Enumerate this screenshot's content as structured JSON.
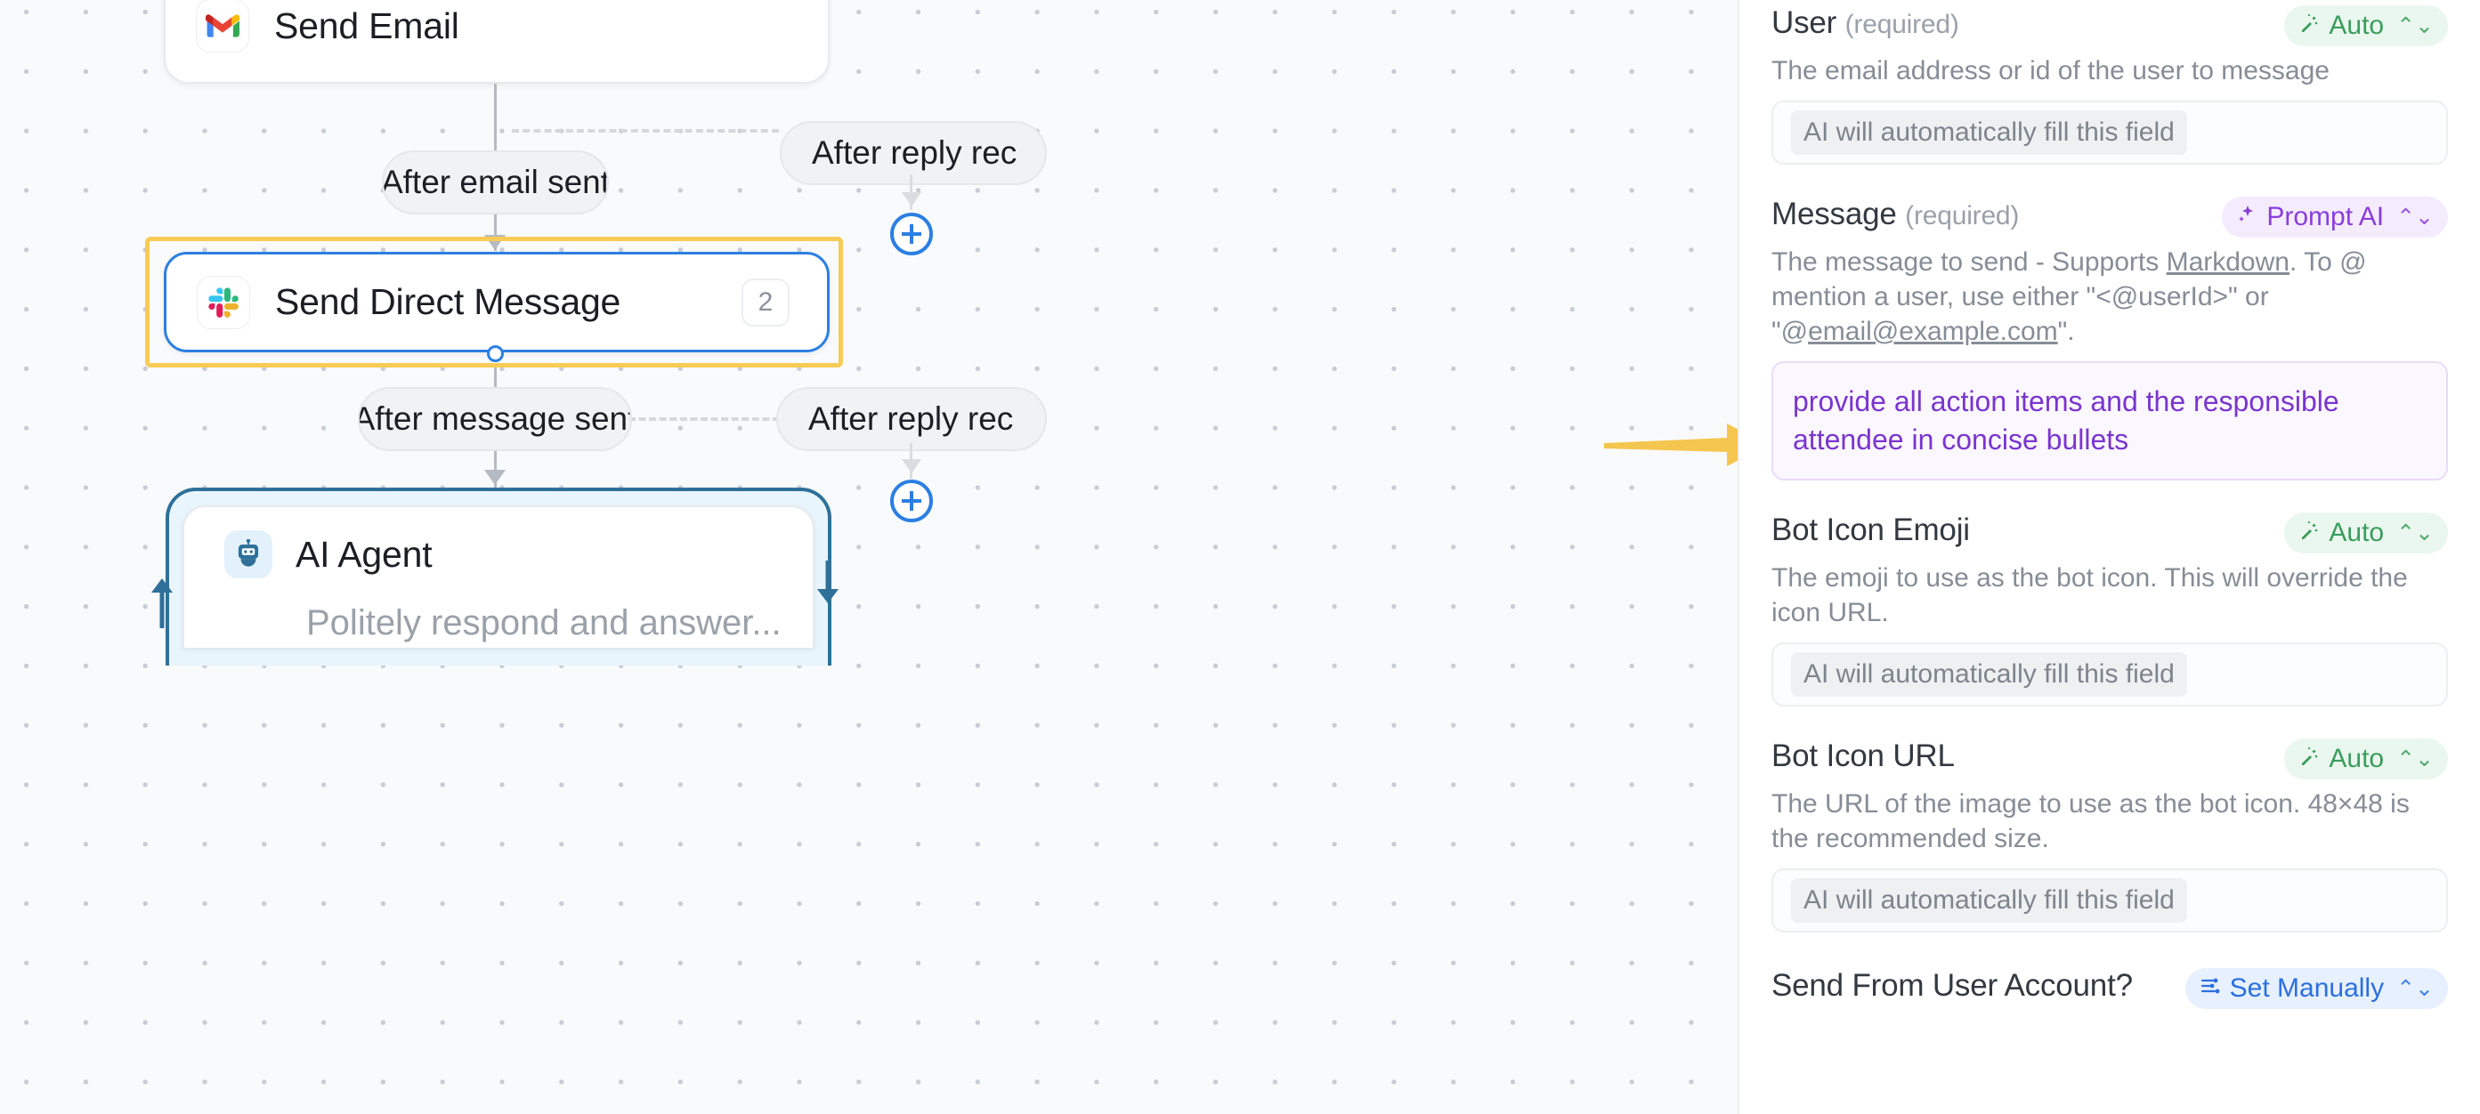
{
  "canvas": {
    "nodes": [
      {
        "id": "send-email",
        "title": "Send Email",
        "icon": "gmail-icon"
      },
      {
        "id": "send-direct-message",
        "title": "Send Direct Message",
        "icon": "slack-icon",
        "badge": "2",
        "selected": true
      },
      {
        "id": "ai-agent",
        "title": "AI Agent",
        "icon": "robot-icon",
        "subtitle": "Politely respond and answer..."
      }
    ],
    "edge_labels": [
      {
        "id": "after-email-sent",
        "text": "After email sent"
      },
      {
        "id": "after-reply-received-1",
        "text": "After reply rec"
      },
      {
        "id": "after-message-sent",
        "text": "After message sent"
      },
      {
        "id": "after-reply-received-2",
        "text": "After reply rec"
      }
    ],
    "add_buttons": [
      {
        "id": "add-step-1",
        "label": "+"
      },
      {
        "id": "add-step-2",
        "label": "+"
      }
    ],
    "annotation": {
      "type": "arrow",
      "color": "#f5c64f",
      "points_to": "message-input"
    }
  },
  "panel": {
    "fields": [
      {
        "id": "user",
        "label": "User",
        "required_text": "(required)",
        "description": "The email address or id of the user to message",
        "badge": {
          "text": "Auto",
          "type": "auto",
          "icon": "magic-wand-icon",
          "chevron": "⌃⌄"
        },
        "value": "",
        "placeholder": "AI will automatically fill this field"
      },
      {
        "id": "message",
        "label": "Message",
        "required_text": "(required)",
        "description_parts": [
          {
            "text": "The message to send - Supports "
          },
          {
            "text": "Markdown",
            "underline": true
          },
          {
            "text": ". To @ mention a user, use either \"<@userId>\" or \"@"
          },
          {
            "text": "email@example.com",
            "underline": true
          },
          {
            "text": "\"."
          }
        ],
        "description": "The message to send - Supports Markdown. To @ mention a user, use either \"<@userId>\" or \"@email@example.com\".",
        "badge": {
          "text": "Prompt AI",
          "type": "promptai",
          "icon": "sparkle-icon",
          "chevron": "⌃⌄"
        },
        "value": "provide all action items and the responsible attendee in concise bullets",
        "placeholder": ""
      },
      {
        "id": "bot-icon-emoji",
        "label": "Bot Icon Emoji",
        "required_text": "",
        "description": "The emoji to use as the bot icon. This will override the icon URL.",
        "badge": {
          "text": "Auto",
          "type": "auto",
          "icon": "magic-wand-icon",
          "chevron": "⌃⌄"
        },
        "value": "",
        "placeholder": "AI will automatically fill this field"
      },
      {
        "id": "bot-icon-url",
        "label": "Bot Icon URL",
        "required_text": "",
        "description": "The URL of the image to use as the bot icon. 48×48 is the recommended size.",
        "badge": {
          "text": "Auto",
          "type": "auto",
          "icon": "magic-wand-icon",
          "chevron": "⌃⌄"
        },
        "value": "",
        "placeholder": "AI will automatically fill this field"
      },
      {
        "id": "send-from-user-account",
        "label": "Send From User Account?",
        "required_text": "",
        "description": "",
        "badge": {
          "text": "Set Manually",
          "type": "manual",
          "icon": "sliders-icon",
          "chevron": "⌃⌄"
        },
        "value": "",
        "placeholder": ""
      }
    ]
  },
  "colors": {
    "selection_ring": "#f7cb56",
    "node_selected_border": "#2b7fe3",
    "loop_border": "#2e7099",
    "auto_badge": "#3a9d5d",
    "prompt_ai_badge": "#8a3ddb",
    "manual_badge": "#2b6fe0",
    "canvas_bg": "#f9fafb"
  }
}
